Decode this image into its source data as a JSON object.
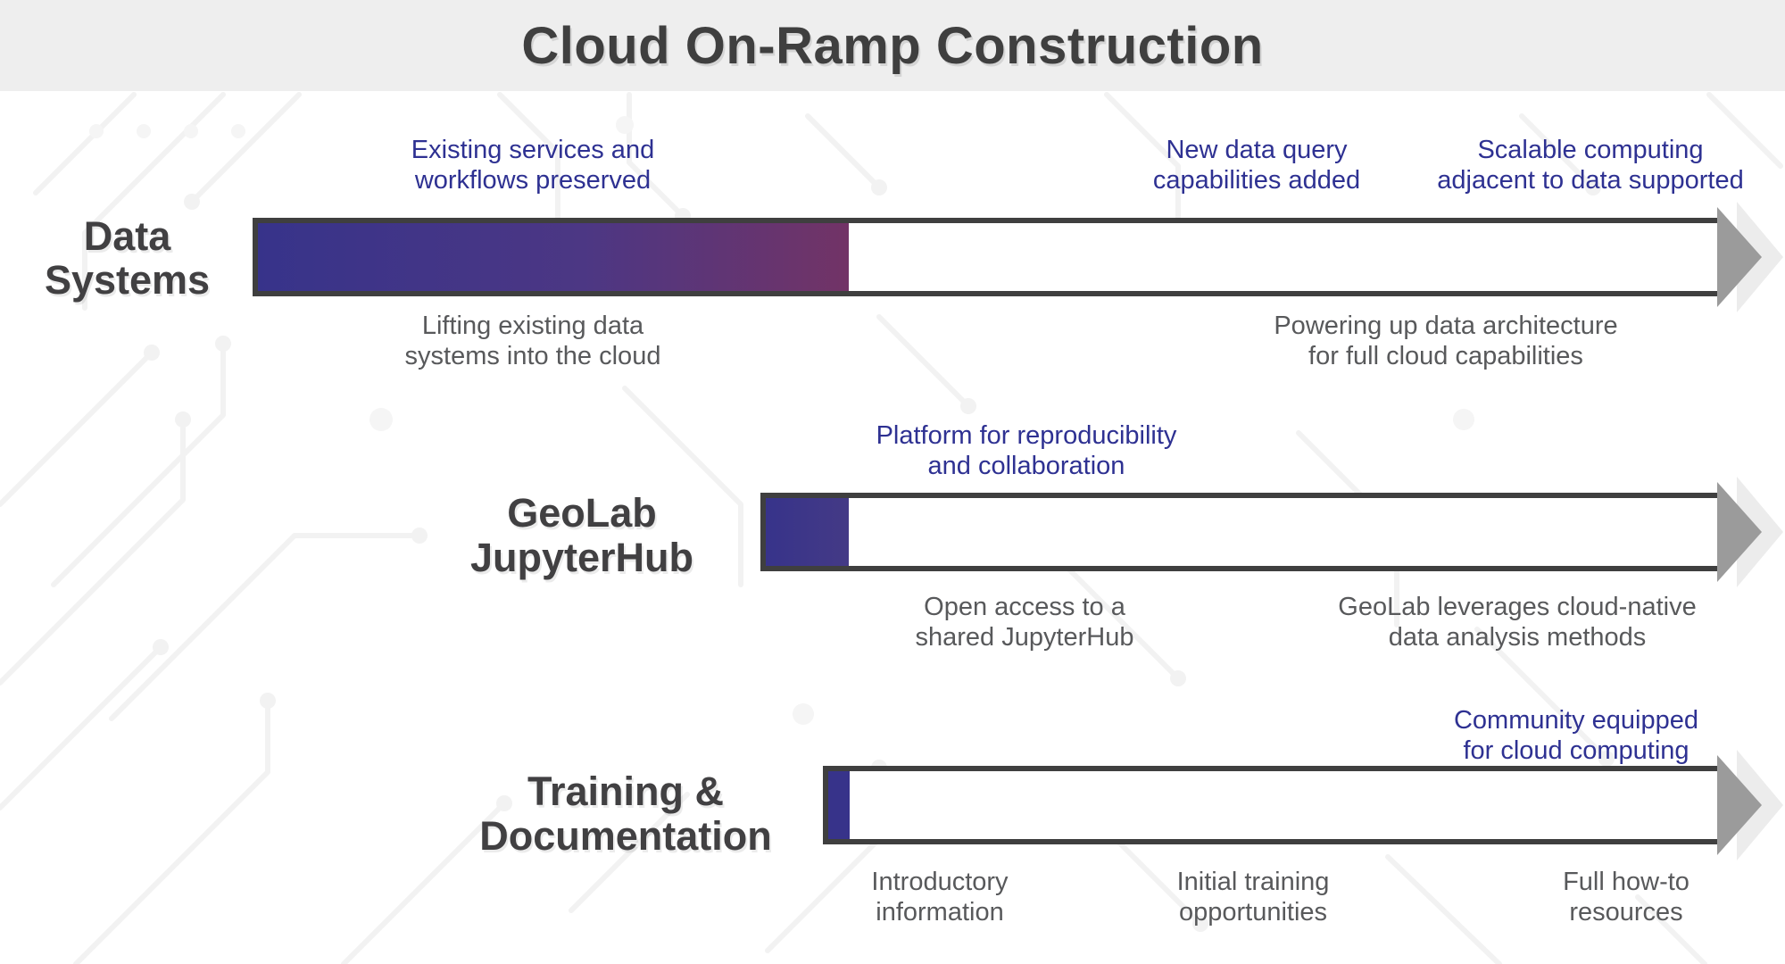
{
  "title": "Cloud On-Ramp Construction",
  "colors": {
    "band_background": "#eeeeee",
    "title_text": "#3f3f3f",
    "row_heading_text": "#414042",
    "annotation_blue": "#2e3192",
    "caption_gray": "#58595b",
    "bar_outline": "#3f3f3f",
    "fill_gradient_start": "#37338a",
    "fill_gradient_end": "#723366",
    "arrow_head": "#9b9b9b",
    "arrow_shadow": "#ececec",
    "circuit_pattern": "#f2f2f2"
  },
  "rows": [
    {
      "label": "Data\nSystems",
      "progress_percent": 40.5,
      "labels_above": [
        {
          "text": "Existing services and\nworkflows preserved"
        },
        {
          "text": "New data query\ncapabilities added"
        },
        {
          "text": "Scalable computing\nadjacent to data supported"
        }
      ],
      "labels_below": [
        {
          "text": "Lifting existing data\nsystems into the cloud"
        },
        {
          "text": "Powering up data architecture\nfor full cloud capabilities"
        }
      ]
    },
    {
      "label": "GeoLab\nJupyterHub",
      "progress_percent": 8.7,
      "labels_above": [
        {
          "text": "Platform for reproducibility\nand collaboration"
        }
      ],
      "labels_below": [
        {
          "text": "Open access to a\nshared JupyterHub"
        },
        {
          "text": "GeoLab leverages cloud-native\ndata analysis methods"
        }
      ]
    },
    {
      "label": "Training &\nDocumentation",
      "progress_percent": 2.4,
      "labels_above": [
        {
          "text": "Community equipped\nfor cloud computing"
        }
      ],
      "labels_below": [
        {
          "text": "Introductory\ninformation"
        },
        {
          "text": "Initial training\nopportunities"
        },
        {
          "text": "Full how-to\nresources"
        }
      ]
    }
  ]
}
